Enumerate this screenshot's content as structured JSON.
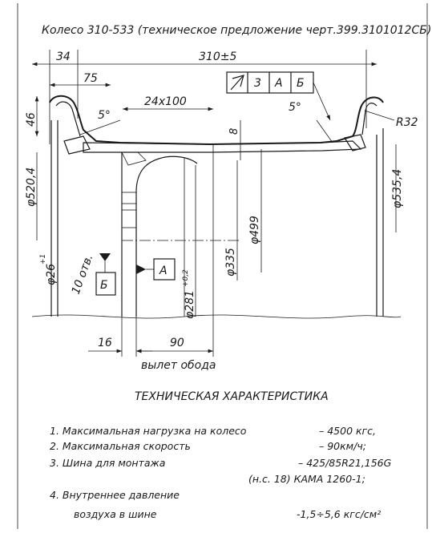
{
  "title": "Колесо 310-533 (техническое предложение черт.399.3101012СБ)",
  "dimensions": {
    "d34": "34",
    "d310": "310±5",
    "d75": "75",
    "d46": "46",
    "d5a": "5°",
    "d24x100": "24х100",
    "d5b": "5°",
    "d8": "8",
    "r32": "R32",
    "d520": "φ520,4",
    "d535": "φ535,4",
    "d499": "φ499",
    "d335": "φ335",
    "d26": "φ26",
    "d26tol": "+1",
    "holes": "10 отв.",
    "d281": "φ281",
    "d281tol": "+0,2",
    "d16": "16",
    "d90": "90",
    "offset_label": "вылет обода"
  },
  "tolerance_frame": {
    "value": "3",
    "base1": "А",
    "base2": "Б"
  },
  "datums": {
    "a": "А",
    "b": "Б"
  },
  "spec": {
    "heading": "ТЕХНИЧЕСКАЯ ХАРАКТЕРИСТИКА",
    "items": [
      {
        "label": "1. Максимальная нагрузка на колесо",
        "value": "– 4500 кгс,"
      },
      {
        "label": "2. Максимальная скорость",
        "value": "– 90км/ч;"
      },
      {
        "label": "3. Шина для монтажа",
        "value": "– 425/85R21,156G"
      },
      {
        "label": "",
        "value": "(н.с. 18) КАМА 1260-1;"
      },
      {
        "label": "4. Внутреннее давление",
        "value": ""
      },
      {
        "label": "воздуха в шине",
        "value": "-1,5÷5,6 кгс/см²"
      }
    ]
  }
}
